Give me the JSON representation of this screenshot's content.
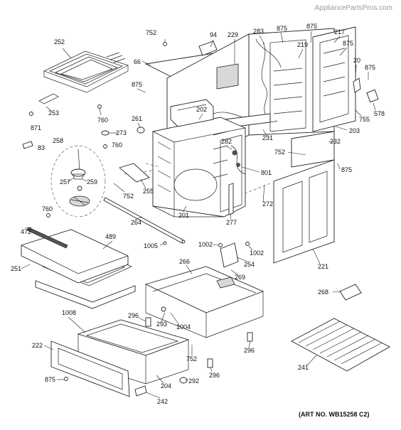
{
  "watermark": "AppliancePartsPros.com",
  "art_number": "(ART NO. WB15258 C2)",
  "callouts": {
    "c752a": "752",
    "c94": "94",
    "c229": "229",
    "c283": "283",
    "c875a": "875",
    "c875b": "875",
    "c217": "217",
    "c219": "219",
    "c875c": "875",
    "c66": "66",
    "c252": "252",
    "c20": "20",
    "c875d": "875",
    "c875e": "875",
    "c578": "578",
    "c202": "202",
    "c755": "755",
    "c261": "261",
    "c253": "253",
    "c760a": "760",
    "c871": "871",
    "c273": "273",
    "c203": "203",
    "c231": "231",
    "c258": "258",
    "c760b": "760",
    "c83": "83",
    "c282": "282",
    "c232": "232",
    "c752b": "752",
    "c875f": "875",
    "c801": "801",
    "c257": "257",
    "c259": "259",
    "c255": "255",
    "c752c": "752",
    "c272": "272",
    "c760c": "760",
    "c201": "201",
    "c277": "277",
    "c264": "264",
    "c472": "472",
    "c489": "489",
    "c1002a": "1002",
    "c1002b": "1002",
    "c1005": "1005",
    "c254": "254",
    "c221": "221",
    "c251": "251",
    "c266": "266",
    "c269": "269",
    "c268": "268",
    "c1008": "1008",
    "c296a": "296",
    "c293": "293",
    "c1004": "1004",
    "c222": "222",
    "c296b": "296",
    "c752d": "752",
    "c296c": "296",
    "c241": "241",
    "c875g": "875",
    "c292": "292",
    "c204": "204",
    "c242": "242"
  }
}
